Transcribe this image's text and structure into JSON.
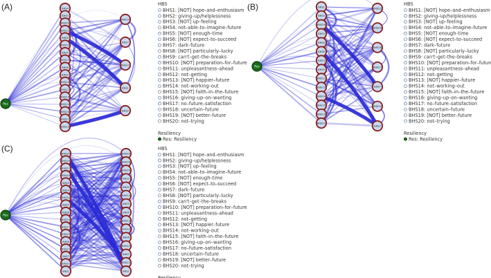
{
  "panels": [
    {
      "label": "(A)",
      "res_node": "Res",
      "left_nodes": [
        "BHS4",
        "BHS3",
        "BHS20",
        "BHS12",
        "BHS6",
        "BHS15",
        "BHS5",
        "BHS13",
        "BHS8",
        "BHS9",
        "BHS10",
        "BHS11",
        "BHS16",
        "BHS14",
        "BHS18",
        "BHS17",
        "BHS19"
      ],
      "right_nodes": [
        "BHS10",
        "BHS7",
        "BHS11",
        "BHS1",
        "BHS2"
      ],
      "strong_edges": [
        [
          16,
          4
        ],
        [
          3,
          2
        ],
        [
          4,
          3
        ]
      ]
    },
    {
      "label": "(B)",
      "res_node": "Res",
      "left_nodes": [
        "BHS1",
        "BHS5",
        "BHS16",
        "BHS3",
        "BHS6",
        "BHS8",
        "BHS4",
        "BHS9",
        "BHS11",
        "BHS13",
        "BHS14",
        "BHS15",
        "BHS19",
        "BHS10"
      ],
      "right_nodes": [
        "BHS12",
        "BHS20",
        "BHS18",
        "BHS17",
        "BHS7",
        "BHS10",
        "BHS2"
      ],
      "strong_edges": [
        [
          2,
          4
        ],
        [
          5,
          6
        ],
        [
          10,
          6
        ]
      ]
    },
    {
      "label": "(C)",
      "res_node": "Res",
      "left_nodes": [
        "BHS20",
        "BHS18",
        "BHS17",
        "BHS16",
        "BHS3",
        "BHS4",
        "BHS14",
        "BHS5",
        "BHS8",
        "BHS19",
        "BHS13",
        "BHS10",
        "BHS6",
        "BHS15",
        "BHS7",
        "BHS11",
        "BHS1"
      ],
      "right_nodes": [
        "BHS20",
        "BHS18",
        "BHS16",
        "BHS3",
        "BHS4",
        "BHS14",
        "BHS5",
        "BHS9",
        "BHS13",
        "BHS10",
        "BHS6",
        "BHS15",
        "BHS7",
        "BHS11",
        "BHS1"
      ],
      "strong_edges": [
        [
          2,
          14
        ],
        [
          0,
          16
        ],
        [
          6,
          13
        ]
      ]
    }
  ],
  "legend": {
    "title": "HBS",
    "items": [
      "BHS1: [NOT] hope–and–enthusiasm",
      "BHS2: giving–up/helplessness",
      "BHS3: [NOT] up–feeling",
      "BHS4: not–able–to–imagine–future",
      "BHS5: [NOT] enough–time",
      "BHS6: [NOT] expect–to–succeed",
      "BHS7: dark–future",
      "BHS8: [NOT] particularly–lucky",
      "BHS9: can't–get–the–breaks",
      "BHS10: [NOT] preparation–for–future",
      "BHS11: unpleasantness–ahead",
      "BHS12: not–getting",
      "BHS13: [NOT] happier–future",
      "BHS14: not–working–out",
      "BHS15: [NOT] faith–in–the–future",
      "BHS16: giving–up–on–wanting",
      "BHS17: no–future–satisfaction",
      "BHS18: uncertain–future",
      "BHS19: [NOT] better–future",
      "BHS20: not–trying"
    ],
    "res_title": "Resiliency",
    "res_item": "Res: Resiliency"
  },
  "colors": {
    "edge": "#2b2bd6",
    "node_fill": "#c7d9ee",
    "node_border": "#8b1a1a",
    "res_fill": "#1a6b1a"
  }
}
